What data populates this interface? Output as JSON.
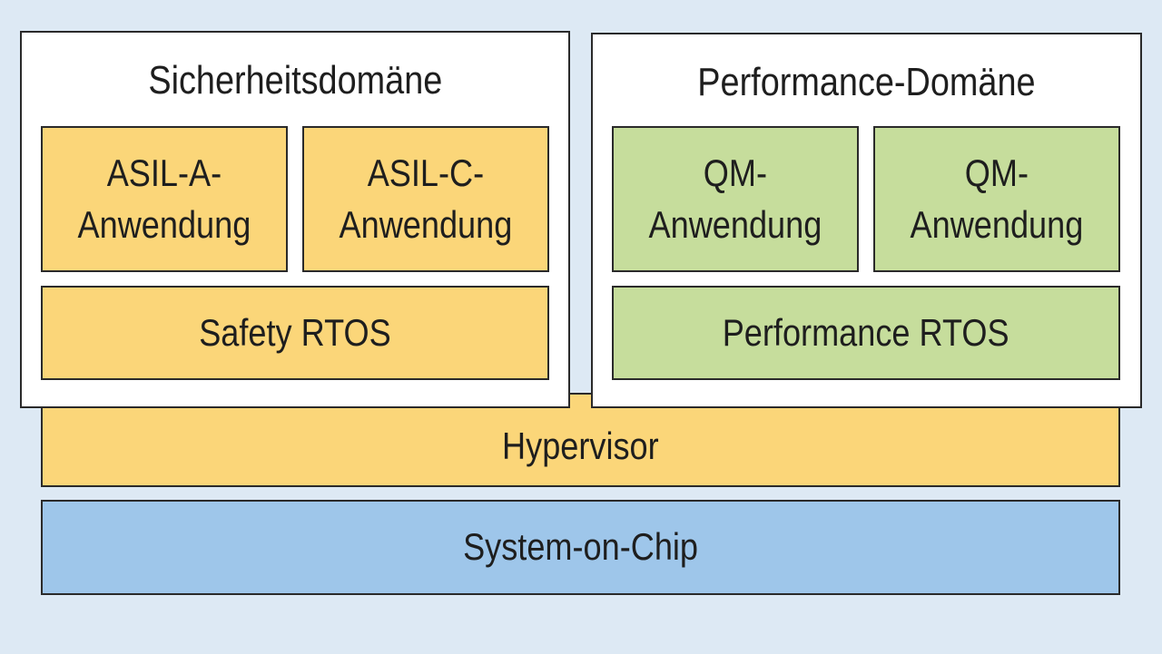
{
  "colors": {
    "background": "#dde9f4",
    "safety": "#fbd679",
    "performance": "#c6dd9c",
    "soc": "#9ec6ea",
    "border": "#2a2a2a"
  },
  "domains": {
    "safety": {
      "title": "Sicherheitsdomäne",
      "apps": [
        {
          "line1": "ASIL-A-",
          "line2": "Anwendung"
        },
        {
          "line1": "ASIL-C-",
          "line2": "Anwendung"
        }
      ],
      "rtos": "Safety RTOS"
    },
    "performance": {
      "title": "Performance-Domäne",
      "apps": [
        {
          "line1": "QM-",
          "line2": "Anwendung"
        },
        {
          "line1": "QM-",
          "line2": "Anwendung"
        }
      ],
      "rtos": "Performance RTOS"
    }
  },
  "hypervisor": "Hypervisor",
  "soc": "System-on-Chip"
}
